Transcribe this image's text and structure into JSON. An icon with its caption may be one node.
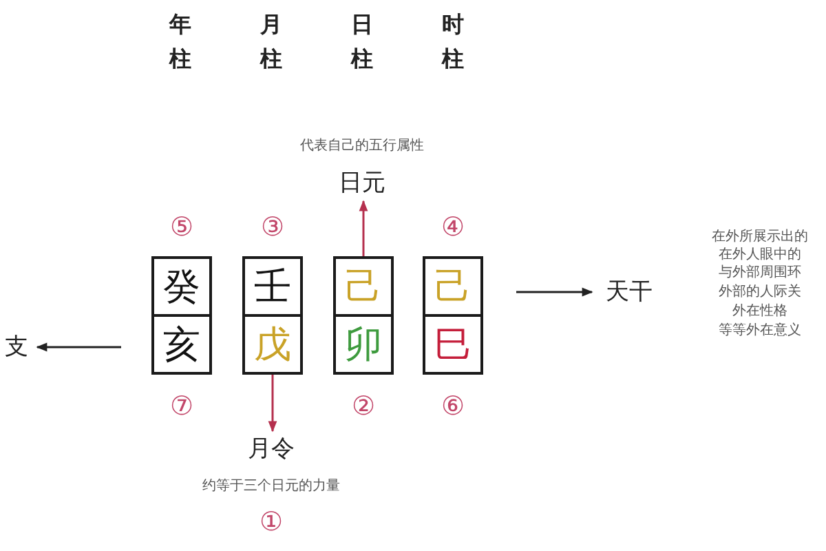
{
  "diagram": {
    "nodes": [
      {
        "text": [
          "日元"
        ],
        "beside": [
          "代表自己的五行属性"
        ]
      },
      {
        "text": [
          "支"
        ]
      },
      {
        "text": [
          "癸"
        ],
        "beside": [
          "⑤"
        ]
      },
      {
        "text": [
          "亥"
        ],
        "beside": [
          "⑦"
        ]
      },
      {
        "text": [
          "壬"
        ],
        "beside": [
          "③"
        ]
      },
      {
        "text": [
          "戊"
        ]
      },
      {
        "text": [
          "己"
        ]
      },
      {
        "text": [
          "卯"
        ],
        "beside": [
          "②"
        ]
      },
      {
        "text": [
          "己"
        ],
        "beside": [
          "④"
        ]
      },
      {
        "text": [
          "巳"
        ],
        "beside": [
          "⑥"
        ]
      },
      {
        "text": [
          "天干"
        ],
        "beside": [
          "在外所展示出的",
          "在外人眼中的",
          "与外部周围环",
          "外部的人际关",
          "外在性格",
          "等等外在意义"
        ]
      },
      {
        "text": [
          "月令"
        ],
        "beside": [
          "约等于三个日元的力量",
          "①"
        ]
      }
    ],
    "edges": [
      {
        "from": 6,
        "to": 0,
        "arrow": "to",
        "color": "#b5304e"
      },
      {
        "from": 5,
        "to": 11,
        "arrow": "to",
        "color": "#b5304e"
      },
      {
        "from": null,
        "to": 10,
        "arrow": "to",
        "color": "#222222"
      },
      {
        "from": null,
        "to": 1,
        "arrow": "to",
        "color": "#222222"
      }
    ],
    "labels": [
      "年柱",
      "月柱",
      "日柱",
      "时柱"
    ]
  }
}
